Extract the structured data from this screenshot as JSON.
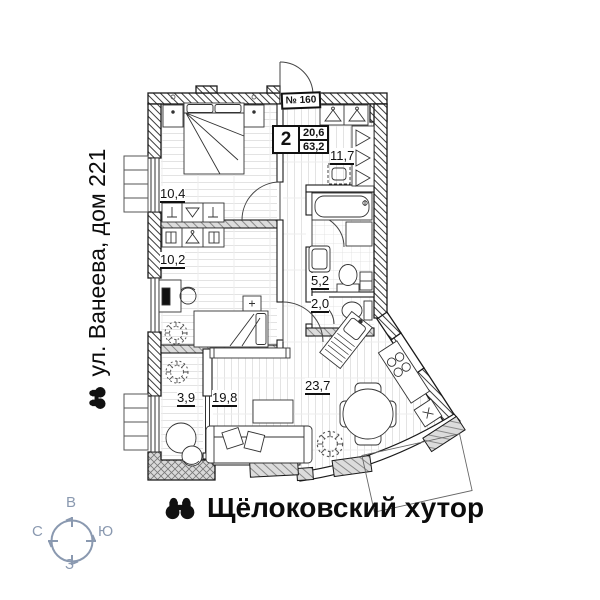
{
  "plan": {
    "apartment_number": "№ 160",
    "apartment_badge": {
      "rooms": "2",
      "living_area": "20,6",
      "total_area": "63,2"
    },
    "rooms": {
      "bedroom1": {
        "area": "10,4"
      },
      "bedroom2": {
        "area": "10,2"
      },
      "hallway": {
        "area": "11,7"
      },
      "bathroom": {
        "area": "5,2"
      },
      "wc": {
        "area": "2,0"
      },
      "kitchen_living": {
        "area": "23,7"
      },
      "living": {
        "area": "19,8"
      },
      "balcony": {
        "area": "3,9"
      }
    }
  },
  "address": {
    "street": "ул. Ванеева, дом 221"
  },
  "location": {
    "name": "Щёлоковский хутор"
  },
  "compass": {
    "top": "В",
    "right": "Ю",
    "bottom": "З",
    "left": "С",
    "color": "#8a99b0"
  },
  "colors": {
    "line": "#1a1a1a",
    "wall_hatch": "#3c3c3c",
    "gray_wall": "#dcdcdc",
    "floor_line": "#e3e3e3"
  }
}
